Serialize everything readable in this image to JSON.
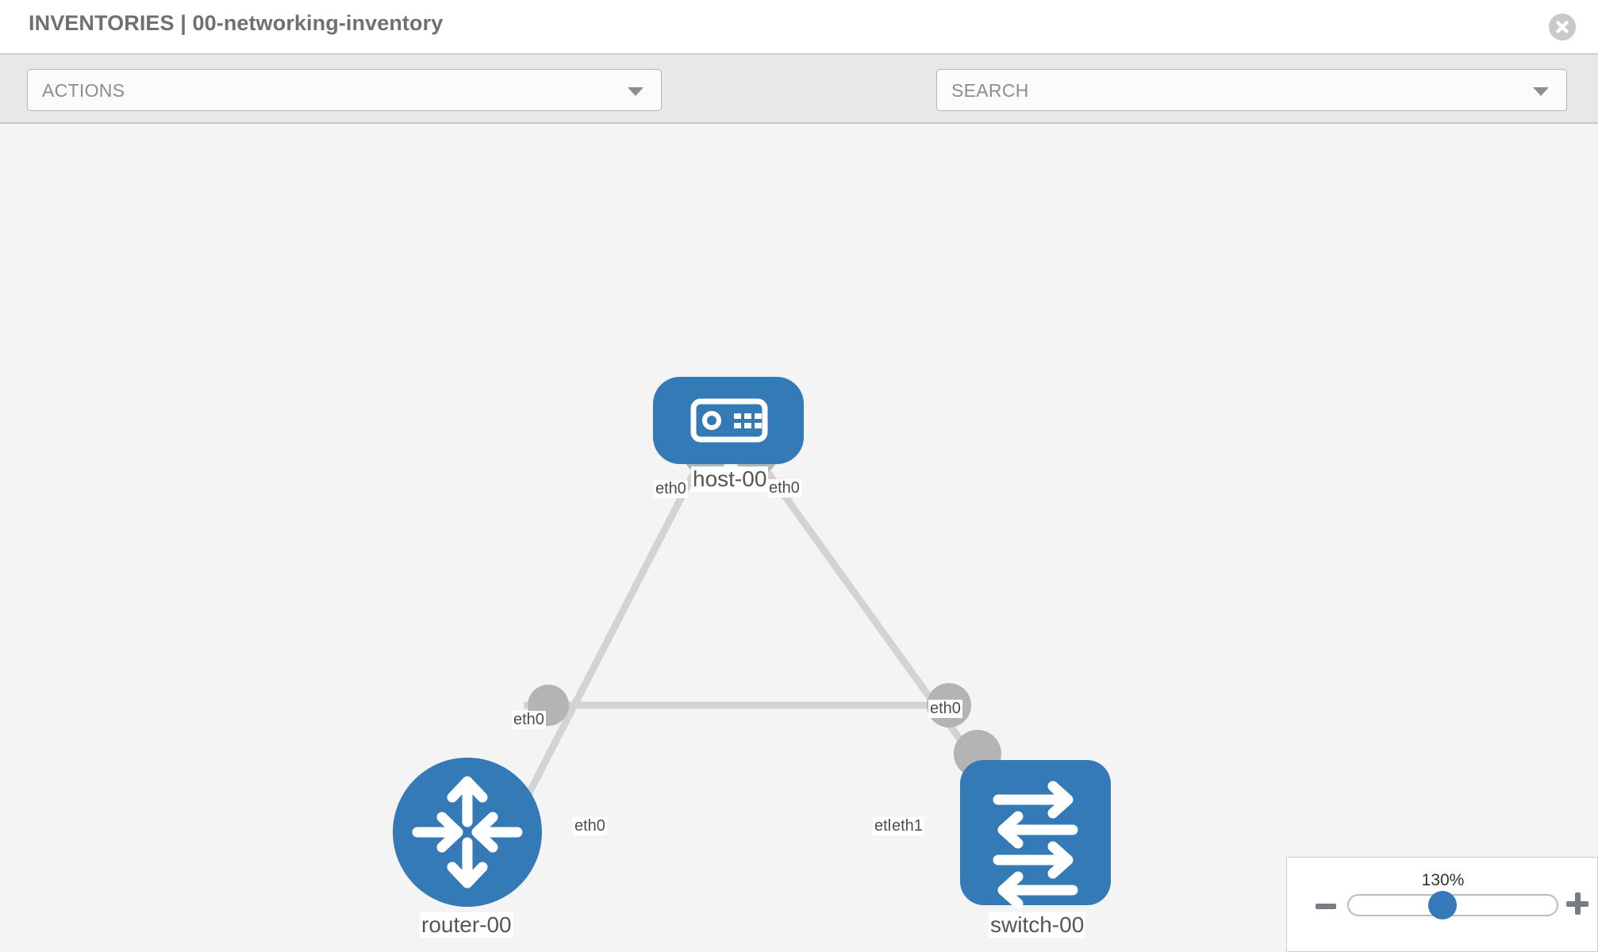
{
  "header": {
    "title": "INVENTORIES | 00-networking-inventory",
    "close_icon": "close-circle-icon"
  },
  "toolbar": {
    "actions_label": "ACTIONS",
    "actions_caret": "chevron-down-icon",
    "wrench_icon": "wrench-icon",
    "key_icon": "key-icon",
    "search_placeholder": "SEARCH",
    "search_caret": "chevron-down-icon"
  },
  "topology": {
    "accent_color": "#337ab7",
    "connector_color": "#b4b4b4",
    "link_color": "#d3d3d3",
    "nodes": [
      {
        "id": "host-00",
        "label": "host-00",
        "type": "host",
        "shape": "rounded-rect",
        "icon": "server-icon"
      },
      {
        "id": "router-00",
        "label": "router-00",
        "type": "router",
        "shape": "circle",
        "icon": "router-arrows-icon"
      },
      {
        "id": "switch-00",
        "label": "switch-00",
        "type": "switch",
        "shape": "rounded-rect",
        "icon": "switch-arrows-icon"
      }
    ],
    "links": [
      {
        "from": "host-00",
        "to": "router-00",
        "from_label": "eth0",
        "to_label": "eth0"
      },
      {
        "from": "host-00",
        "to": "switch-00",
        "from_label": "eth0",
        "to_label": "eth0"
      },
      {
        "from": "router-00",
        "to": "switch-00",
        "from_label": "eth0",
        "to_label": "eth1",
        "overlap_label": "eth0"
      }
    ],
    "interface_labels": [
      {
        "text": "eth0",
        "for": "host-00-left"
      },
      {
        "text": "eth0",
        "for": "host-00-right"
      },
      {
        "text": "eth0",
        "for": "router-00-uplink"
      },
      {
        "text": "eth0",
        "for": "switch-00-uplink"
      },
      {
        "text": "eth0",
        "for": "router-00-right"
      },
      {
        "text": "eth0",
        "for": "switch-00-left-a"
      },
      {
        "text": "eth1",
        "for": "switch-00-left-b"
      }
    ]
  },
  "zoom_control": {
    "value": "130%",
    "minus_label": "minus-icon",
    "plus_label": "plus-icon"
  }
}
